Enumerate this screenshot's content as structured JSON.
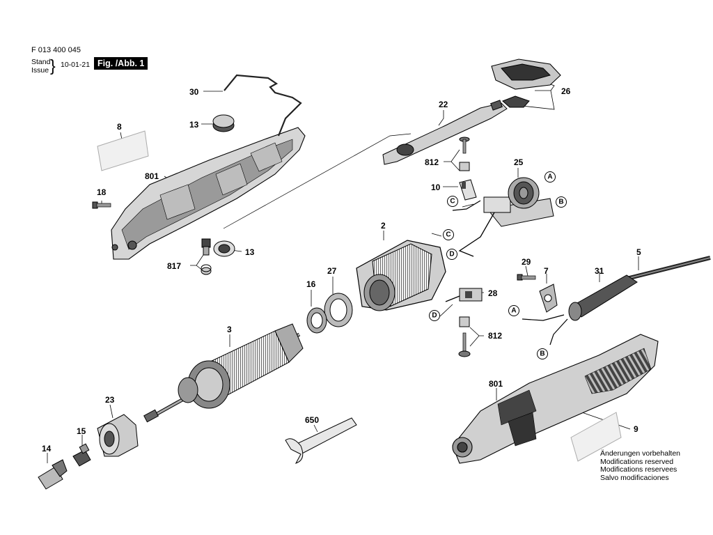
{
  "header": {
    "doc_number": "F 013 400 045",
    "stand_label": "Stand",
    "issue_label": "Issue",
    "date": "10-01-21",
    "figure_label": "Fig. /Abb. 1"
  },
  "callouts": {
    "p2": "2",
    "p3": "3",
    "p5": "5",
    "p7": "7",
    "p8": "8",
    "p9": "9",
    "p10": "10",
    "p13a": "13",
    "p13b": "13",
    "p14": "14",
    "p15": "15",
    "p16": "16",
    "p18": "18",
    "p22": "22",
    "p23": "23",
    "p25": "25",
    "p26": "26",
    "p27": "27",
    "p28": "28",
    "p29": "29",
    "p30": "30",
    "p31": "31",
    "p650": "650",
    "p801a": "801",
    "p801b": "801",
    "p812a": "812",
    "p812b": "812",
    "p817": "817"
  },
  "connectors": {
    "A": "A",
    "B": "B",
    "C": "C",
    "D": "D"
  },
  "notes": [
    "Änderungen vorbehalten",
    "Modifications reserved",
    "Modifications reservees",
    "Salvo modificaciones"
  ]
}
